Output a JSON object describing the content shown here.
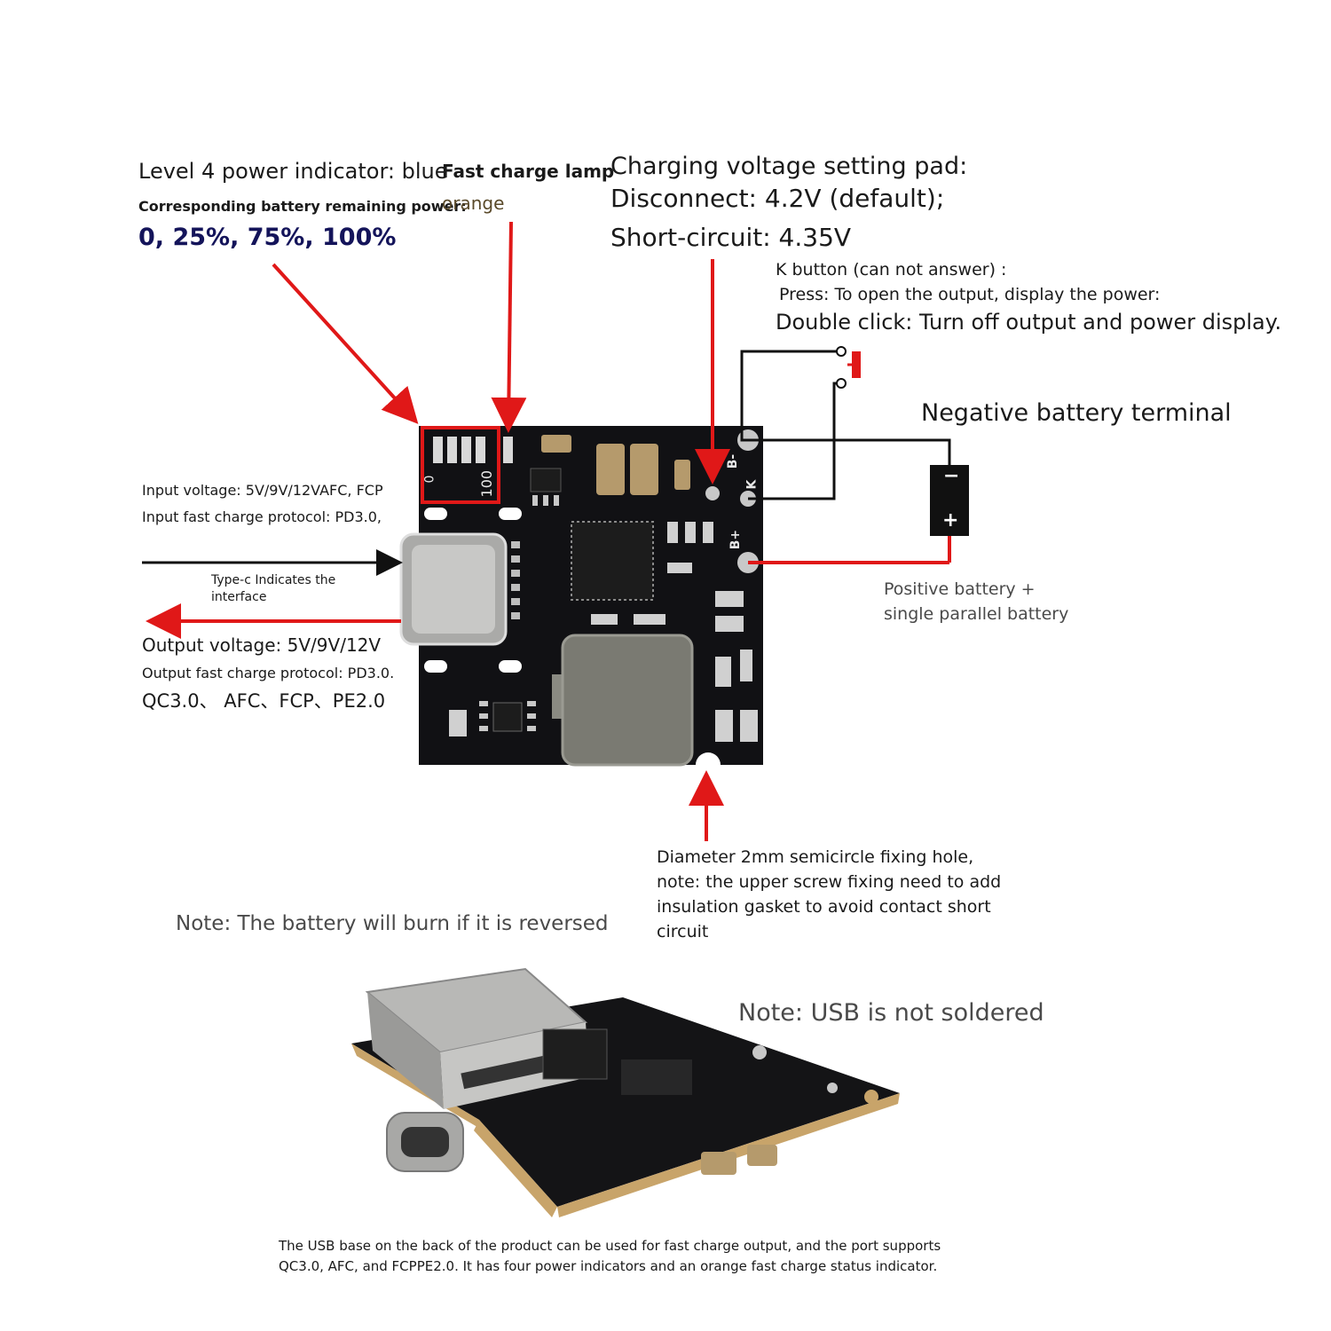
{
  "colors": {
    "arrow": "#e01818",
    "wire": "#111111",
    "pcb": "#111114",
    "pad": "#c8c8c8",
    "inductor": "#7a7a72",
    "capacitor": "#b59a6c",
    "ic": "#1c1c1c",
    "highlight_box": "#e01818"
  },
  "labels": {
    "level_indicator_title": "Level 4 power indicator: blue",
    "level_indicator_sub": "Corresponding battery remaining power:",
    "level_indicator_values": "0, 25%, 75%, 100%",
    "fast_charge_title": "Fast charge lamp",
    "fast_charge_color": "orange",
    "voltage_pad_line1": "Charging voltage setting pad:",
    "voltage_pad_line2": "Disconnect: 4.2V (default);",
    "voltage_pad_line3": "Short-circuit: 4.35V",
    "k_button_line1": "K button (can not answer) :",
    "k_button_line2": "Press: To open the output, display the power:",
    "k_button_line3": "Double click: Turn off output and power display.",
    "negative_terminal": "Negative battery terminal",
    "input_voltage": "Input voltage: 5V/9V/12VAFC, FCP",
    "input_protocol": "Input fast charge protocol: PD3.0,",
    "typec_line1": "Type-c Indicates the",
    "typec_line2": "interface",
    "output_voltage": "Output voltage: 5V/9V/12V",
    "output_protocol": "Output fast charge protocol: PD3.0.",
    "output_list": "QC3.0、 AFC、FCP、PE2.0",
    "positive_line1": "Positive battery +",
    "positive_line2": "single parallel battery",
    "hole_line1": "Diameter 2mm semicircle fixing hole,",
    "hole_line2": "note: the upper screw fixing need to add",
    "hole_line3": "insulation gasket to avoid contact short",
    "hole_line4": "circuit",
    "reverse_note": "Note: The battery will burn if it is reversed",
    "usb_note": "Note: USB is not soldered",
    "bottom_line1": "The USB base on the back of the product can be used for fast charge output, and the port supports",
    "bottom_line2": "QC3.0, AFC, and FCPPE2.0. It has four power indicators and an orange fast charge status indicator."
  },
  "pcb_marks": {
    "led_low": "0",
    "led_high": "100",
    "b_minus": "B-",
    "k": "K",
    "b_plus": "B+",
    "battery_minus": "−",
    "battery_plus": "+"
  }
}
